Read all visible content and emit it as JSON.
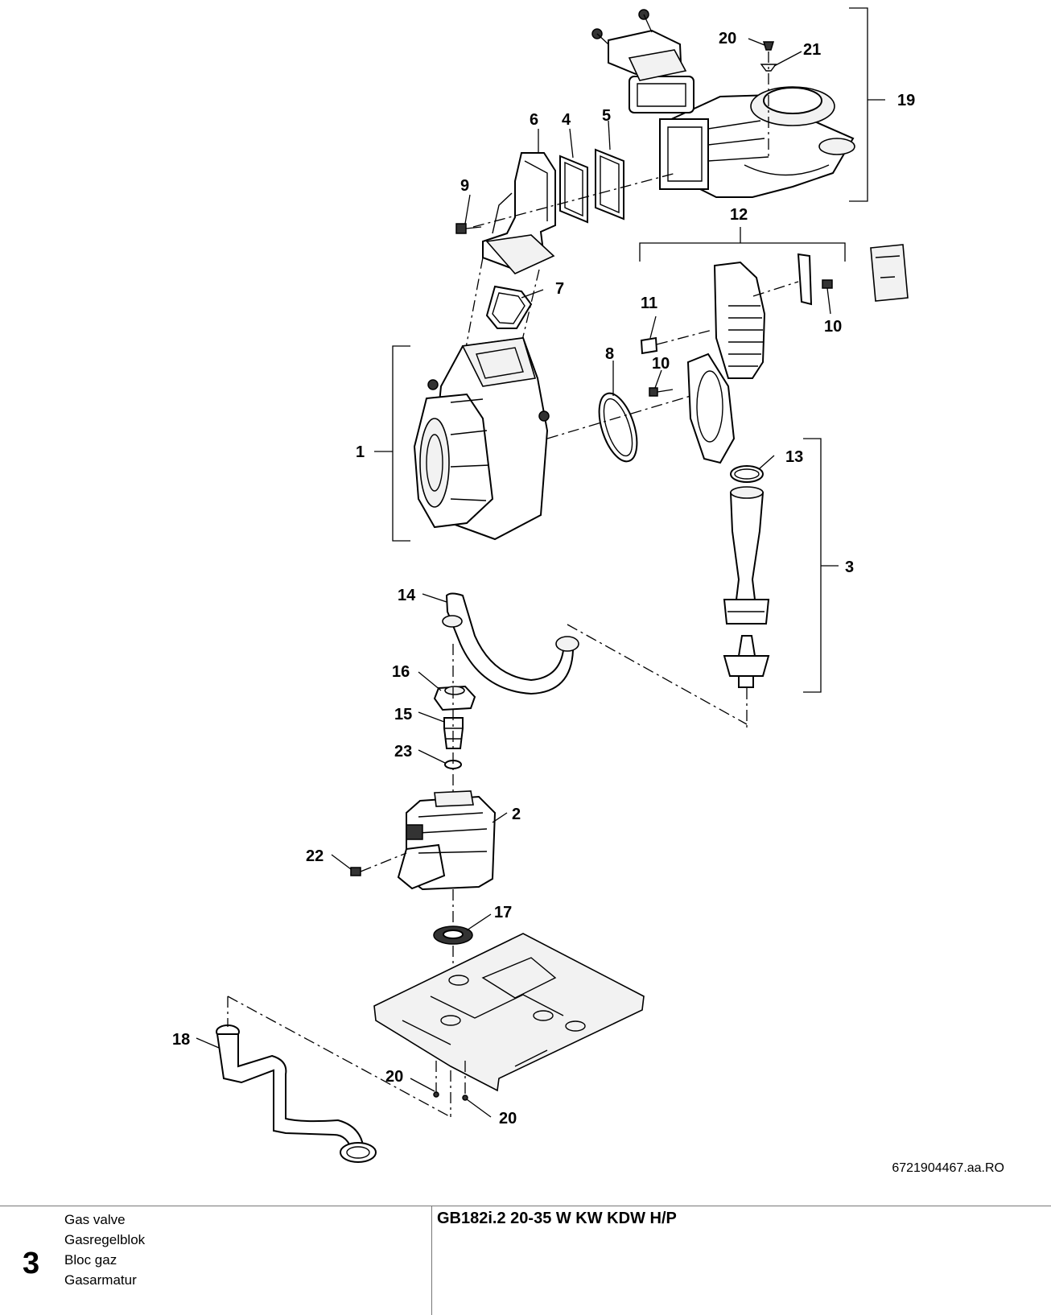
{
  "callouts": {
    "c1": "1",
    "c2": "2",
    "c3": "3",
    "c4": "4",
    "c5": "5",
    "c6": "6",
    "c7": "7",
    "c8": "8",
    "c9": "9",
    "c10a": "10",
    "c10b": "10",
    "c11": "11",
    "c12": "12",
    "c13": "13",
    "c14": "14",
    "c15": "15",
    "c16": "16",
    "c17": "17",
    "c18": "18",
    "c19": "19",
    "c20a": "20",
    "c20b": "20",
    "c20c": "20",
    "c21": "21",
    "c22": "22",
    "c23": "23"
  },
  "drawing_ref": "6721904467.aa.RO",
  "footer": {
    "section_number": "3",
    "captions": [
      "Gas valve",
      "Gasregelblok",
      "Bloc gaz",
      "Gasarmatur"
    ],
    "model": "GB182i.2 20-35 W KW KDW H/P"
  }
}
